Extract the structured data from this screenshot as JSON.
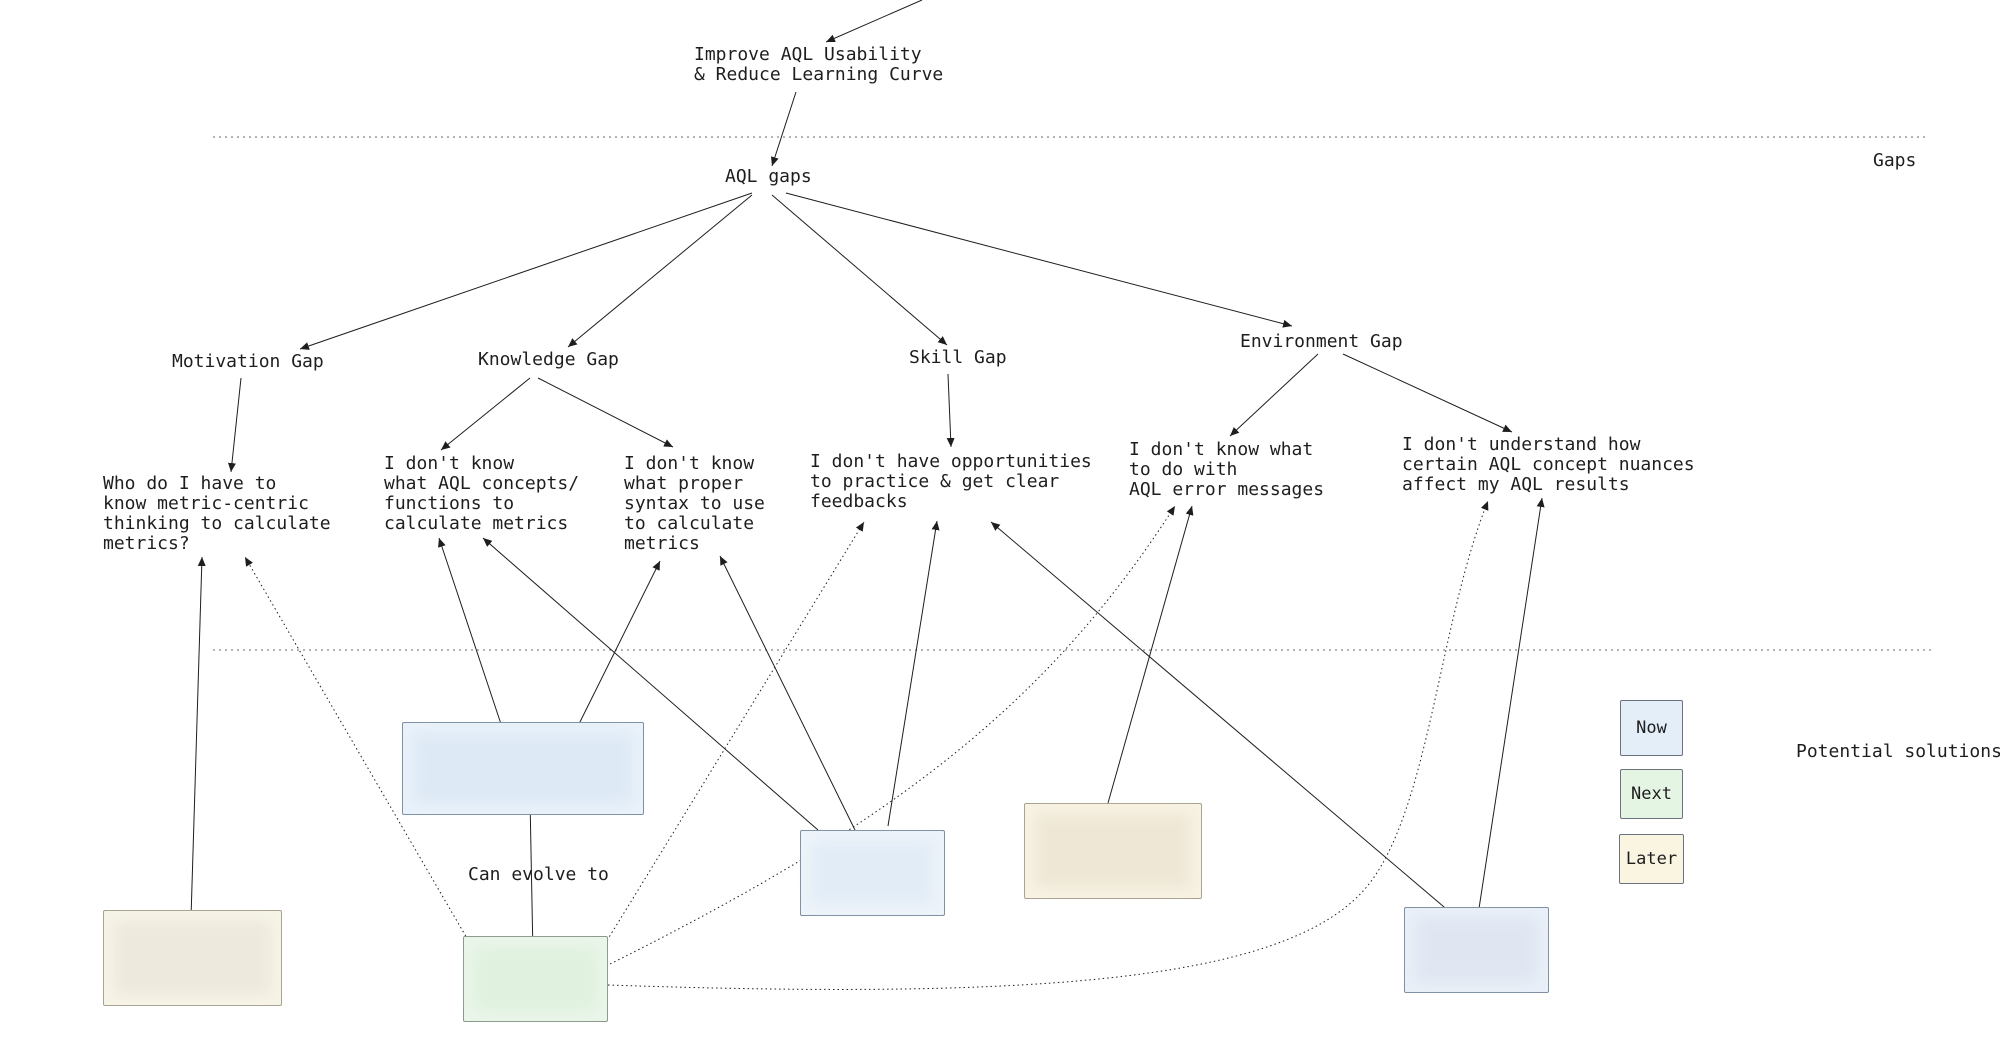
{
  "colors": {
    "now": "#e3eef8",
    "next": "#e5f5e4",
    "later": "#faf5e1",
    "stroke": "#1e1e1e"
  },
  "goal": "Improve AQL Usability\n& Reduce Learning Curve",
  "sections": {
    "gaps": "Gaps",
    "solutions": "Potential solutions"
  },
  "root": "AQL gaps",
  "gaps": {
    "motivation": "Motivation Gap",
    "knowledge": "Knowledge Gap",
    "skill": "Skill Gap",
    "environment": "Environment Gap"
  },
  "problems": {
    "metric_thinking": "Who do I have to\nknow metric-centric\nthinking to calculate\nmetrics?",
    "concepts": "I don't know\nwhat AQL concepts/\nfunctions to\ncalculate metrics",
    "syntax": "I don't know\nwhat proper\nsyntax to use\nto calculate\nmetrics",
    "practice": "I don't have opportunities\nto practice & get clear\nfeedbacks",
    "errors": "I don't know what\nto do with\nAQL error messages",
    "nuances": "I don't understand how\ncertain AQL concept nuances\naffect my AQL results"
  },
  "evolve_label": "Can evolve to",
  "legend": {
    "now": "Now",
    "next": "Next",
    "later": "Later"
  }
}
